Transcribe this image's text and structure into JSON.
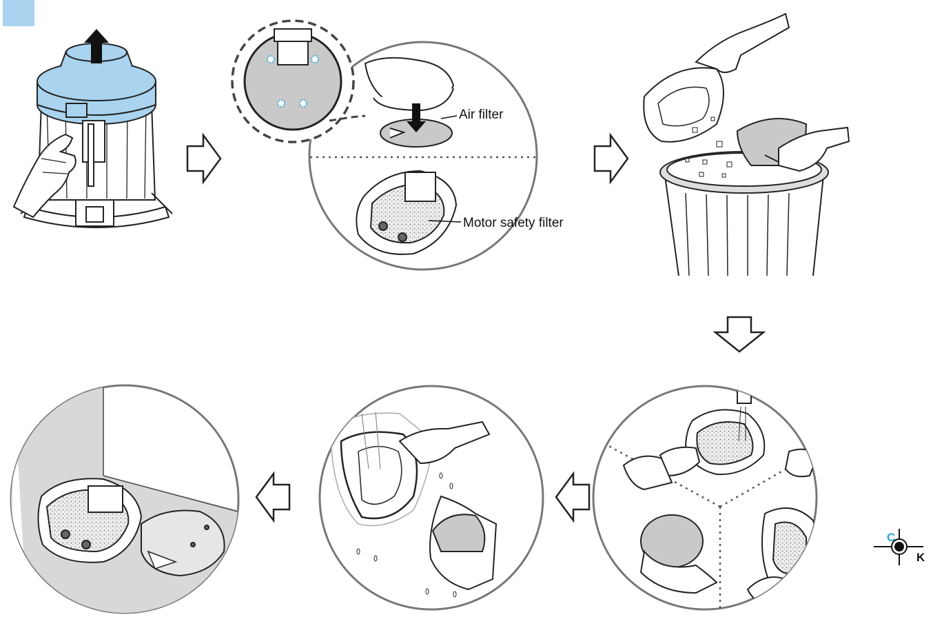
{
  "labels": {
    "air_filter": "Air filter",
    "motor_safety_filter": "Motor safety filter"
  },
  "registration_mark": {
    "c": "C",
    "k": "K"
  },
  "colors": {
    "accent_blue": "#a9d3ee",
    "filter_gray": "#c9c9c9",
    "shadow_gray": "#d8d8d8",
    "line": "#222222",
    "cyan_mark": "#27a6d6"
  },
  "icons": [
    "arrow-up-icon",
    "arrow-right-icon",
    "arrow-down-icon",
    "arrow-left-icon",
    "registration-mark-icon"
  ]
}
